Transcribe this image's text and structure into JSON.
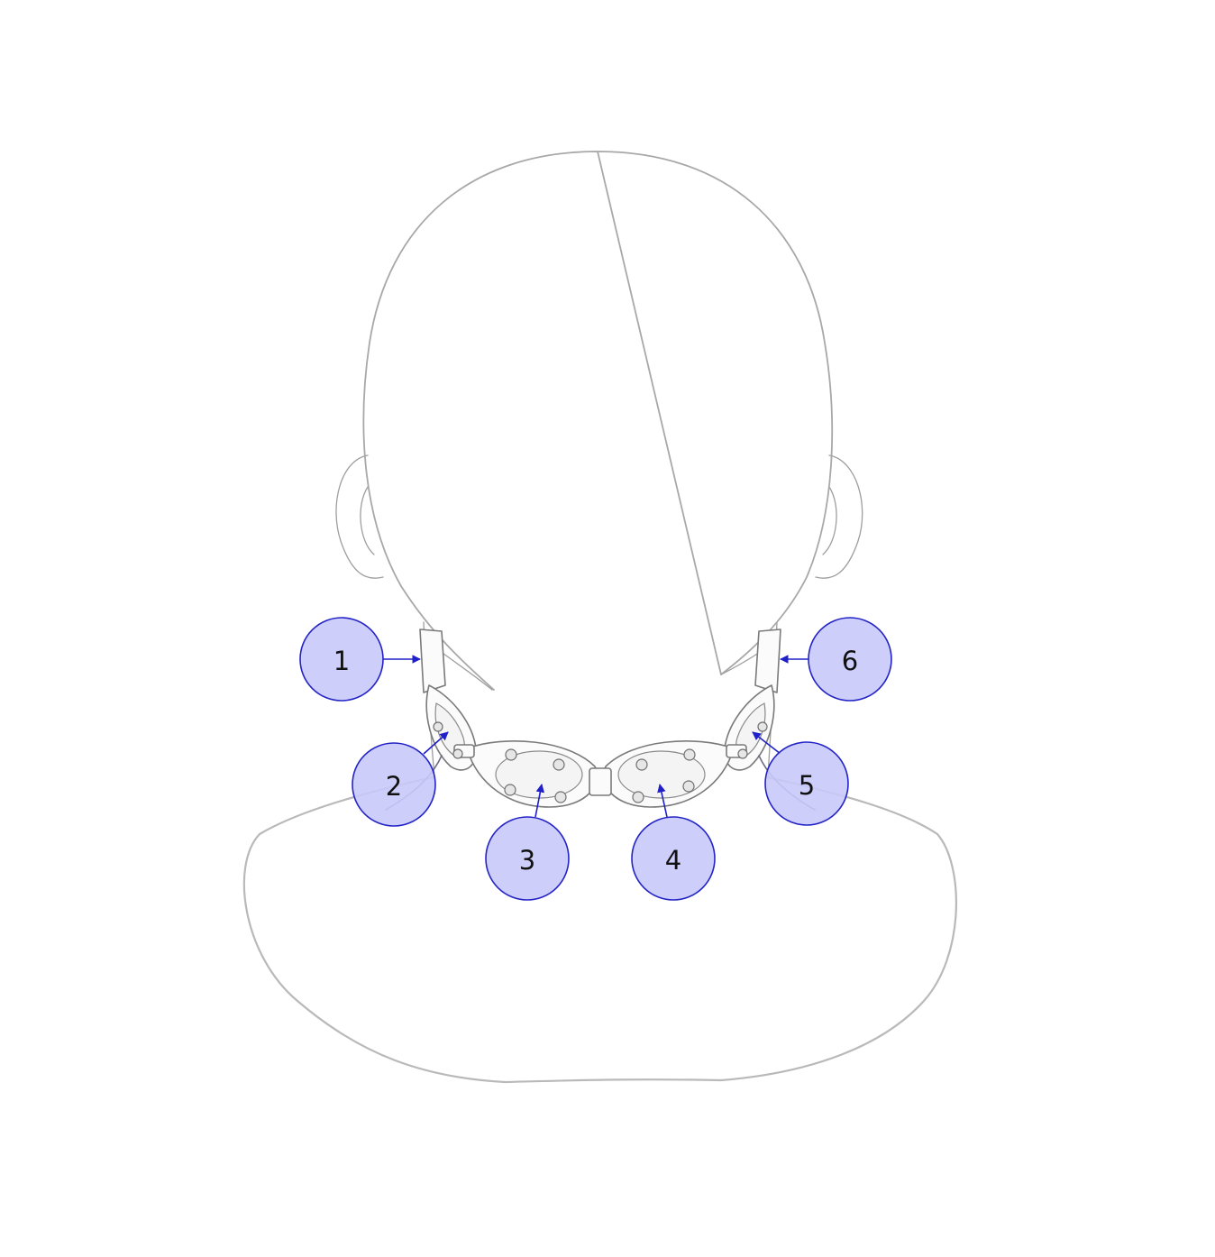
{
  "callouts": [
    {
      "id": "1",
      "label": "1"
    },
    {
      "id": "2",
      "label": "2"
    },
    {
      "id": "3",
      "label": "3"
    },
    {
      "id": "4",
      "label": "4"
    },
    {
      "id": "5",
      "label": "5"
    },
    {
      "id": "6",
      "label": "6"
    }
  ],
  "colors": {
    "callout_fill": "#c9c9fb",
    "callout_stroke": "#2424c6",
    "outline": "#b9b9b9"
  }
}
